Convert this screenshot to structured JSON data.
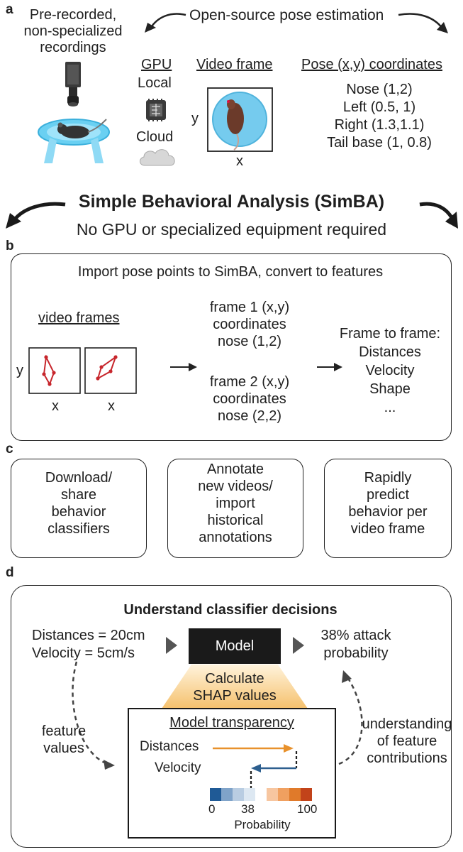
{
  "panel_a": {
    "letter": "a",
    "pose_estimation": "Open-source pose estimation",
    "recordings_line1": "Pre-recorded,",
    "recordings_line2": "non-specialized",
    "recordings_line3": "recordings",
    "gpu_heading": "GPU",
    "gpu_local": "Local",
    "gpu_cloud": "Cloud",
    "video_frame_heading": "Video frame",
    "axis_y": "y",
    "axis_x": "x",
    "pose_heading": "Pose (x,y) coordinates",
    "pose_coords": [
      "Nose (1,2)",
      "Left (0.5, 1)",
      "Right (1.3,1.1)",
      "Tail base (1, 0.8)"
    ]
  },
  "simba": {
    "title": "Simple Behavioral Analysis (SimBA)",
    "subtitle": "No GPU or specialized equipment required"
  },
  "panel_b": {
    "letter": "b",
    "header": "Import pose points to SimBA, convert to features",
    "video_frames": "video frames",
    "axis_y": "y",
    "axis_x1": "x",
    "axis_x2": "x",
    "frame1": [
      "frame 1 (x,y)",
      "coordinates",
      "nose (1,2)"
    ],
    "frame2": [
      "frame 2 (x,y)",
      "coordinates",
      "nose (2,2)"
    ],
    "features": [
      "Frame to frame:",
      "Distances",
      "Velocity",
      "Shape",
      "..."
    ]
  },
  "panel_c": {
    "letter": "c",
    "cards": [
      [
        "Download/",
        "share",
        "behavior",
        "classifiers"
      ],
      [
        "Annotate",
        "new videos/",
        "import",
        "historical",
        "annotations"
      ],
      [
        "Rapidly",
        "predict",
        "behavior per",
        "video frame"
      ]
    ]
  },
  "panel_d": {
    "letter": "d",
    "title": "Understand classifier decisions",
    "inputs": [
      "Distances = 20cm",
      "Velocity = 5cm/s"
    ],
    "model": "Model",
    "output": [
      "38% attack",
      "probability"
    ],
    "shap": [
      "Calculate",
      "SHAP values"
    ],
    "feature_values": [
      "feature",
      "values"
    ],
    "understanding": [
      "understanding",
      "of feature",
      "contributions"
    ],
    "transparency_title": "Model transparency",
    "bar_distances": "Distances",
    "bar_velocity": "Velocity",
    "scale_ticks": [
      "0",
      "38",
      "100"
    ],
    "scale_label": "Probability",
    "scale_colors": [
      "#1f5a96",
      "#7fa3c9",
      "#b9cde2",
      "#dde8f2",
      "#f7c6a0",
      "#f0a060",
      "#e07a2a",
      "#c2431a"
    ],
    "arrow_distances_color": "#e8912c",
    "arrow_velocity_color": "#2d5f8f"
  }
}
